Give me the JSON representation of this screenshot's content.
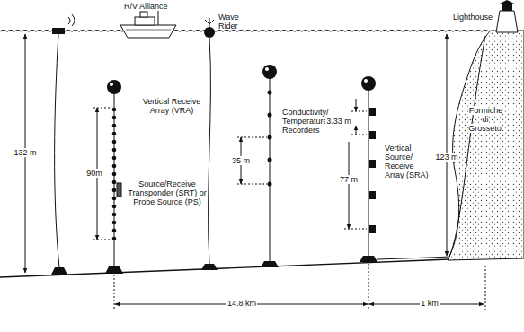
{
  "diagram": {
    "labels": [
      "Lighthouse",
      "R/V Alliance",
      "Wave Rider",
      "Vertical Receive Array (VRA)",
      "Source/Receive Transponder (SRT) or Probe Source (PS)",
      "Conductivity/ Temperature Recorders",
      "Vertical Source/ Receive Array (SRA)",
      "Formiche di Grosseto",
      "132 m",
      "90m",
      "35 m",
      "3.33 m",
      "77 m",
      "123 m",
      "14.8 km",
      "1 km"
    ]
  }
}
